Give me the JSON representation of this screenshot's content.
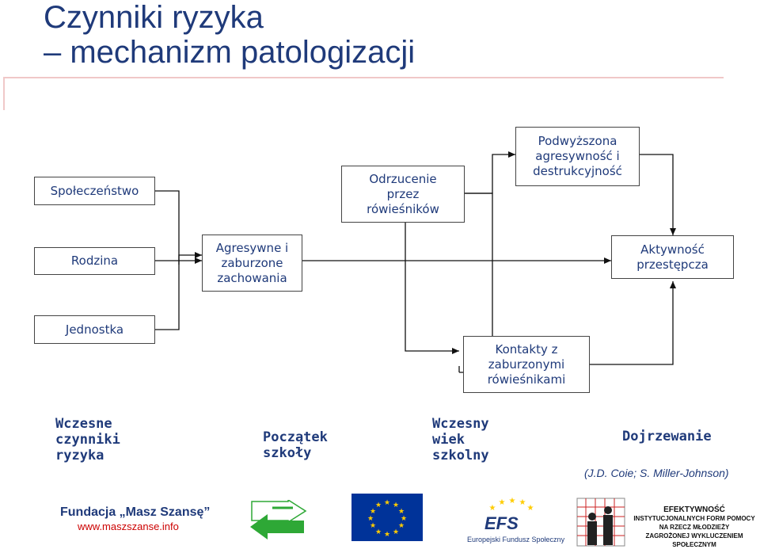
{
  "title": {
    "line1": "Czynniki ryzyka",
    "line2": "– mechanizm patologizacji"
  },
  "boxes": {
    "spoleczenstwo": "Społeczeństwo",
    "odrzucenie": "Odrzucenie\nprzez\nrówieśników",
    "podwyzszona": "Podwyższona\nagresywność i\ndestrukcyjność",
    "rodzina": "Rodzina",
    "agresywne": "Agresywne i\nzaburzone\nzachowania",
    "aktywnosc": "Aktywność\nprzestępcza",
    "jednostka": "Jednostka",
    "kontakty": "Kontakty z\nzaburzonymi\nrówieśnikami"
  },
  "stages": {
    "wczesne": "Wczesne\nczynniki\nryzyka",
    "poczatek": "Początek\nszkoły",
    "wczesny": "Wczesny\nwiek\nszkolny",
    "dojrzewanie": "Dojrzewanie"
  },
  "credit": "(J.D. Coie; S. Miller-Johnson)",
  "footer": {
    "org": "Fundacja „Masz Szansę”",
    "url": "www.maszszanse.info",
    "efs_logo_text": "EFS",
    "efs_caption": "Europejski Fundusz Społeczny",
    "eff_line1": "EFEKTYWNOŚĆ",
    "eff_line2": "INSTYTUCJONALNYCH FORM POMOCY",
    "eff_line3": "NA RZECZ MŁODZIEŻY",
    "eff_line4": "ZAGROŻONEJ WYKLUCZENIEM SPOŁECZNYM"
  },
  "colors": {
    "text": "#1f3a7a",
    "eu_blue": "#003399",
    "eu_star": "#ffcc00",
    "arrow_green": "#2ea836",
    "url_red": "#cc0000"
  }
}
